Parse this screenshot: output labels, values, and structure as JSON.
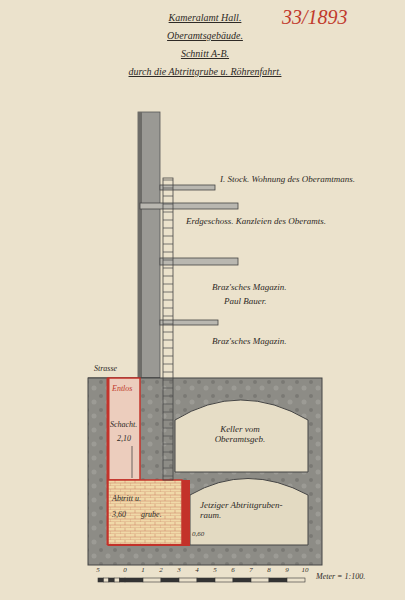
{
  "diagram": {
    "title": "Kameralamt Hall.",
    "labels": [
      "Oberamtsgebäude.",
      "Schnitt A-B.",
      "durch die Abtrittgrube u. Röhrenfahrt.",
      "33/1893",
      "I. Stock. Wohnung des Oberamtmans.",
      "Erdgeschoss. Kanzleien des Oberamts.",
      "Braz'sches Magazin.",
      "Paul Bauer.",
      "Braz'sches Magazin.",
      "Strasse",
      "Entlos",
      "Schacht.",
      "2,10",
      "Keller vom Oberamtsgeb.",
      "Abtritt u.",
      "3,60",
      "grube.",
      "Jetziger Abtrittgruben-raum.",
      "0,60",
      "Meter = 1:100.",
      "5",
      "0",
      "1",
      "2",
      "3",
      "4",
      "5",
      "6",
      "7",
      "8",
      "9",
      "10"
    ]
  }
}
